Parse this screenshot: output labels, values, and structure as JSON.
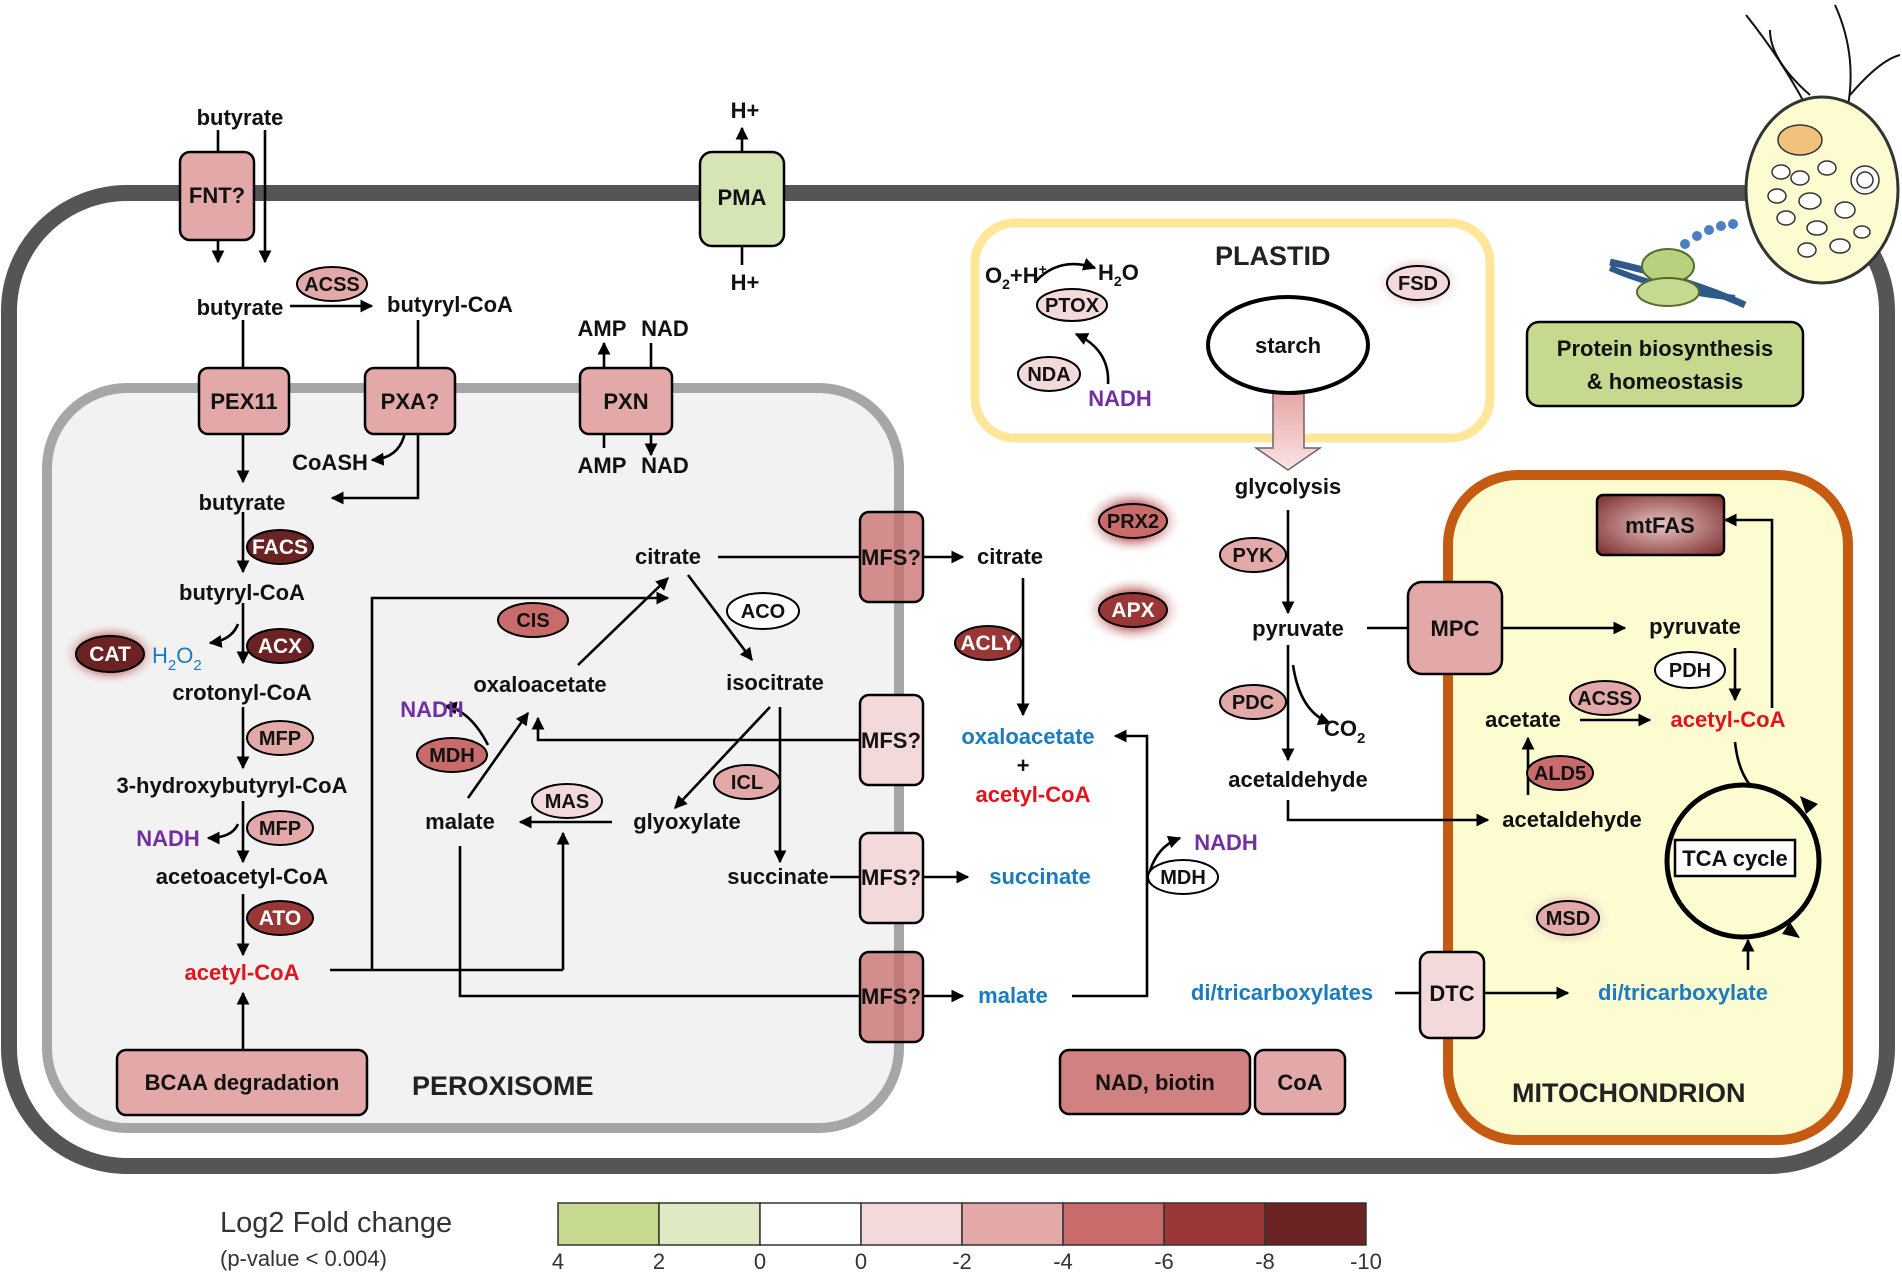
{
  "compartments": {
    "peroxisome": "PEROXISOME",
    "plastid": "PLASTID",
    "mitochondrion": "MITOCHONDRION"
  },
  "transporters": {
    "fnt": "FNT?",
    "pma": "PMA",
    "pex11": "PEX11",
    "pxa": "PXA?",
    "pxn": "PXN",
    "mfs": "MFS?",
    "mpc": "MPC",
    "dtc": "DTC"
  },
  "enzymes": {
    "acss": "ACSS",
    "facs": "FACS",
    "acx": "ACX",
    "cat": "CAT",
    "mfp": "MFP",
    "ato": "ATO",
    "cis": "CIS",
    "aco": "ACO",
    "icl": "ICL",
    "mas": "MAS",
    "mdh": "MDH",
    "acly": "ACLY",
    "prx2": "PRX2",
    "apx": "APX",
    "fsd": "FSD",
    "ptox": "PTOX",
    "nda": "NDA",
    "pyk": "PYK",
    "pdc": "PDC",
    "pdh": "PDH",
    "ald5": "ALD5",
    "msd": "MSD",
    "mtfas": "mtFAS"
  },
  "metabolites": {
    "butyrate": "butyrate",
    "butyryl_coa": "butyryl-CoA",
    "h_plus": "H+",
    "amp": "AMP",
    "nad": "NAD",
    "coash": "CoASH",
    "h2o2_pre": "H",
    "h2o2_sub": "2",
    "h2o2_mid": "O",
    "crotonyl_coa": "crotonyl-CoA",
    "hydroxybutyryl_coa": "3-hydroxybutyryl-CoA",
    "nadh": "NADH",
    "acetoacetyl_coa": "acetoacetyl-CoA",
    "acetyl_coa": "acetyl-CoA",
    "citrate": "citrate",
    "isocitrate": "isocitrate",
    "oxaloacetate": "oxaloacetate",
    "malate": "malate",
    "glyoxylate": "glyoxylate",
    "succinate": "succinate",
    "plus": "+",
    "o2_pre": "O",
    "o2_sub": "2",
    "o2_post": "+H",
    "h_sup": "+",
    "h2o_sub": "2",
    "h2o_post": "O",
    "starch": "starch",
    "glycolysis": "glycolysis",
    "pyruvate": "pyruvate",
    "co2_pre": "CO",
    "co2_sub": "2",
    "acetaldehyde": "acetaldehyde",
    "acetate": "acetate",
    "di_tricarboxylates": "di/tricarboxylates",
    "di_tricarboxylate": "di/tricarboxylate",
    "tca_cycle": "TCA cycle"
  },
  "boxes": {
    "bcaa": "BCAA degradation",
    "protein_line1": "Protein biosynthesis",
    "protein_line2": "& homeostasis",
    "nad_biotin": "NAD, biotin",
    "coa": "CoA"
  },
  "legend": {
    "title": "Log2 Fold change",
    "subtitle": "(p-value < 0.004)",
    "ticks": [
      "4",
      "2",
      "0",
      "0",
      "-2",
      "-4",
      "-6",
      "-8",
      "-10"
    ],
    "colors": [
      "#c5d98f",
      "#dfe9c2",
      "#ffffff",
      "#f3d9da",
      "#e3a9a9",
      "#c96b6b",
      "#993737",
      "#6b2222"
    ]
  }
}
